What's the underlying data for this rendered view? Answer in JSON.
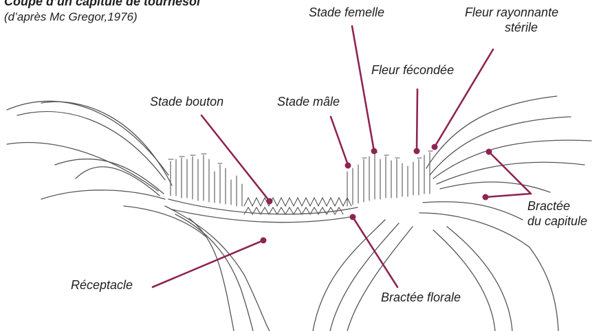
{
  "header": {
    "title": "Coupe d’un capitule de tournesol",
    "subtitle": "(d’après Mc Gregor,1976)"
  },
  "labels": {
    "stade_femelle": "Stade femelle",
    "fleur_rayonnante_line1": "Fleur rayonnante",
    "fleur_rayonnante_line2": "stérile",
    "fleur_fecondee": "Fleur fécondée",
    "stade_bouton": "Stade bouton",
    "stade_male": "Stade mâle",
    "bractee_capitule_line1": "Bractée",
    "bractee_capitule_line2": "du capitule",
    "receptacle": "Réceptacle",
    "bractee_florale": "Bractée florale"
  },
  "colors": {
    "leader": "#8e2452",
    "drawing": "#555555",
    "text": "#1f1f1f"
  }
}
